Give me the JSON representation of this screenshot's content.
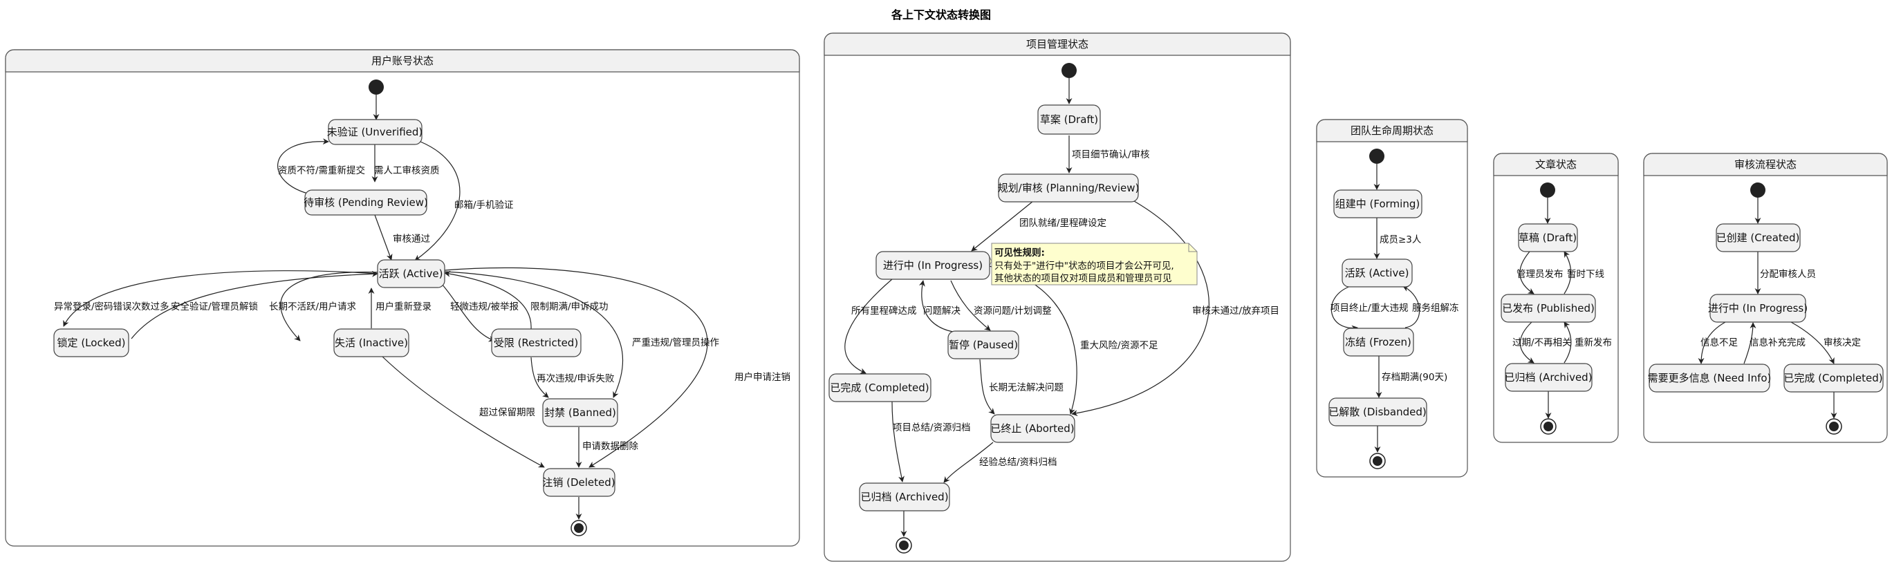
{
  "title": "各上下文状态转换图",
  "groups": {
    "user": "用户账号状态",
    "project": "项目管理状态",
    "team": "团队生命周期状态",
    "article": "文章状态",
    "review": "审核流程状态"
  },
  "states": {
    "u_unverified": "未验证 (Unverified)",
    "u_pending": "待审核 (Pending Review)",
    "u_active": "活跃 (Active)",
    "u_locked": "锁定 (Locked)",
    "u_inactive": "失活 (Inactive)",
    "u_restricted": "受限 (Restricted)",
    "u_banned": "封禁 (Banned)",
    "u_deleted": "注销 (Deleted)",
    "p_draft": "草案 (Draft)",
    "p_planning": "规划/审核 (Planning/Review)",
    "p_inprogress": "进行中 (In Progress)",
    "p_completed": "已完成 (Completed)",
    "p_paused": "暂停 (Paused)",
    "p_aborted": "已终止 (Aborted)",
    "p_archived": "已归档 (Archived)",
    "t_forming": "组建中 (Forming)",
    "t_active": "活跃 (Active)",
    "t_frozen": "冻结 (Frozen)",
    "t_disbanded": "已解散 (Disbanded)",
    "a_draft": "草稿 (Draft)",
    "a_published": "已发布 (Published)",
    "a_archived": "已归档 (Archived)",
    "r_created": "已创建 (Created)",
    "r_inprogress": "进行中 (In Progress)",
    "r_needinfo": "需要更多信息 (Need Info)",
    "r_completed": "已完成 (Completed)"
  },
  "transitions": {
    "u_pend_back": "资质不符/需重新提交",
    "u_manual": "需人工审核资质",
    "u_email": "邮箱/手机验证",
    "u_approved": "审核通过",
    "u_abnormal": "异常登录/密码错误次数过多",
    "u_unlock": "安全验证/管理员解锁",
    "u_idle": "长期不活跃/用户请求",
    "u_relogin": "用户重新登录",
    "u_minor": "轻微违规/被举报",
    "u_limit_end": "限制期满/申诉成功",
    "u_repeat": "再次违规/申诉失败",
    "u_severe": "严重违规/管理员操作",
    "u_cancel": "用户申请注销",
    "u_retention": "超过保留期限",
    "u_delete_req": "申请数据删除",
    "p_confirm": "项目细节确认/审核",
    "p_ready": "团队就绪/里程碑设定",
    "p_reject": "审核未通过/放弃项目",
    "p_milestones": "所有里程碑达成",
    "p_resolved": "问题解决",
    "p_resource": "资源问题/计划调整",
    "p_risk": "重大风险/资源不足",
    "p_unsolved": "长期无法解决问题",
    "p_summary": "项目总结/资源归档",
    "p_lessons": "经验总结/资料归档",
    "t_members": "成员≥3人",
    "t_terminate": "项目终止/重大违规",
    "t_restore": "服务组解冻",
    "t_expire": "存档期满(90天)",
    "a_admin_pub": "管理员发布",
    "a_unpub": "暂时下线",
    "a_outdated": "过期/不再相关",
    "a_republish": "重新发布",
    "r_assign": "分配审核人员",
    "r_lack": "信息不足",
    "r_supplied": "信息补充完成",
    "r_decision": "审核决定"
  },
  "note": {
    "heading": "可见性规则:",
    "line1": "只有处于\"进行中\"状态的项目才会公开可见,",
    "line2": "其他状态的项目仅对项目成员和管理员可见"
  }
}
